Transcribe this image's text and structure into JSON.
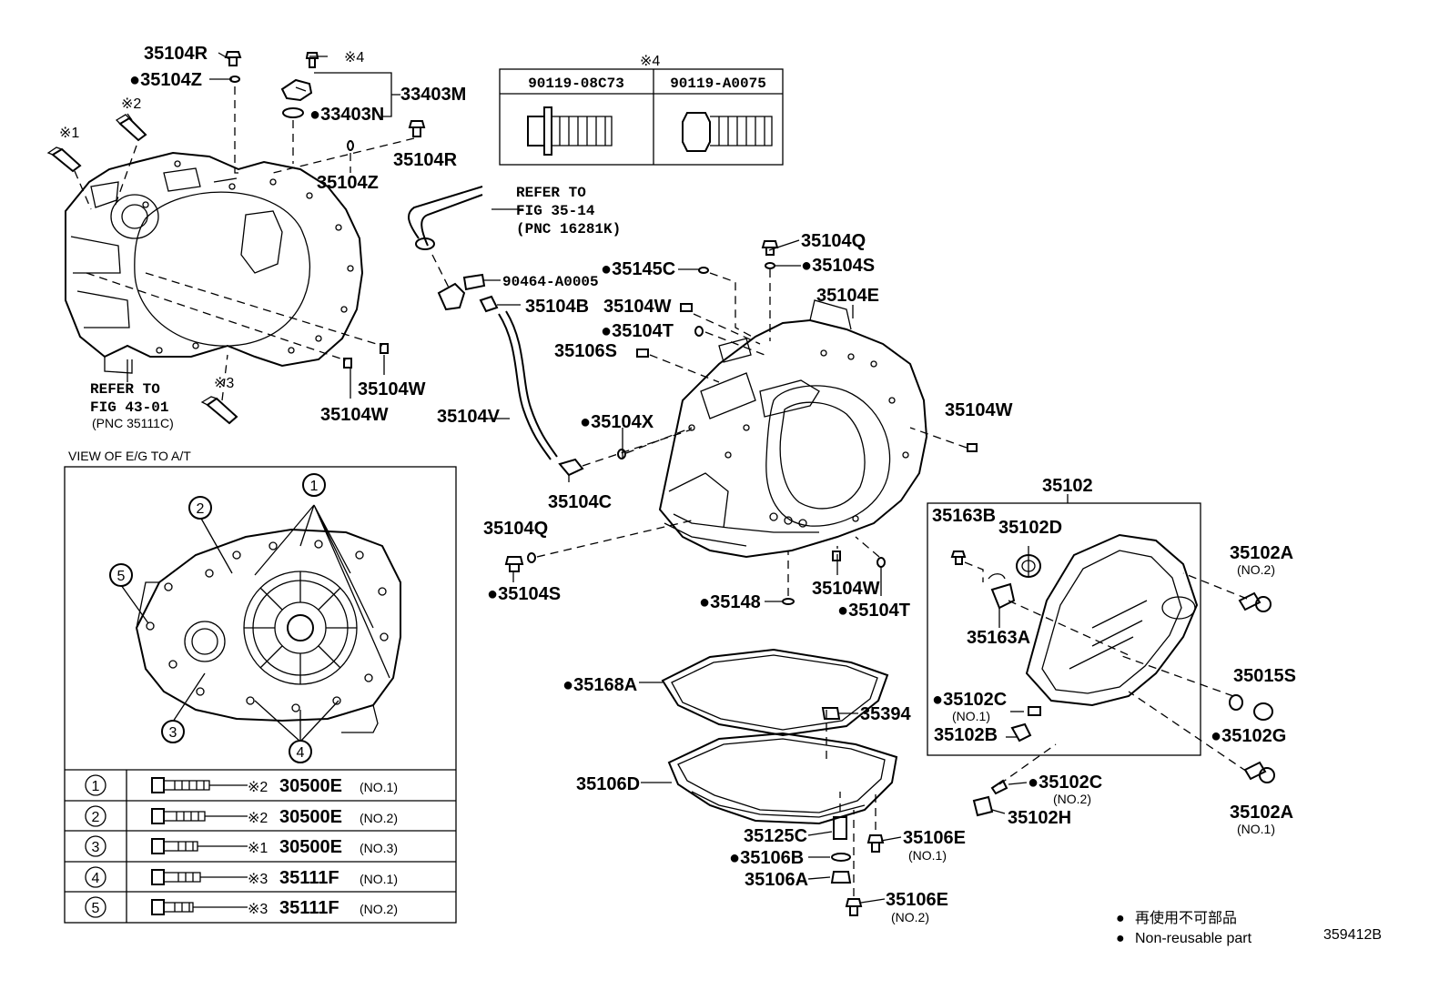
{
  "diagram_code": "359412B",
  "legend": {
    "jp": "再使用不可部品",
    "en": "Non-reusable part",
    "bullet": "●"
  },
  "view_title": "VIEW OF E/G TO A/T",
  "refs": {
    "ref1": [
      "REFER TO",
      "FIG 35-14",
      "(PNC 16281K)"
    ],
    "ref2": [
      "REFER TO",
      "FIG 43-01",
      "(PNC 35111C)"
    ]
  },
  "mark4_table": {
    "mark": "※4",
    "cols": [
      "90119-08C73",
      "90119-A0075"
    ]
  },
  "bolt_table": [
    {
      "num": "1",
      "mark": "※2",
      "part": "30500E",
      "note": "(NO.1)"
    },
    {
      "num": "2",
      "mark": "※2",
      "part": "30500E",
      "note": "(NO.2)"
    },
    {
      "num": "3",
      "mark": "※1",
      "part": "30500E",
      "note": "(NO.3)"
    },
    {
      "num": "4",
      "mark": "※3",
      "part": "35111F",
      "note": "(NO.1)"
    },
    {
      "num": "5",
      "mark": "※3",
      "part": "35111F",
      "note": "(NO.2)"
    }
  ],
  "callouts_in_view": [
    "1",
    "2",
    "3",
    "4",
    "5"
  ],
  "labels": {
    "p35104R_a": "35104R",
    "p35104Z_a": "●35104Z",
    "m4": "※4",
    "m2": "※2",
    "m1": "※1",
    "m3": "※3",
    "p33403M": "33403M",
    "p33403N": "●33403N",
    "p35104R_b": "35104R",
    "p35104Z_b": "35104Z",
    "p90464": "90464-A0005",
    "p35145C": "●35145C",
    "p35104Q_a": "35104Q",
    "p35104S_a": "●35104S",
    "p35104B": "35104B",
    "p35104E": "35104E",
    "p35104W_a": "35104W",
    "p35104T_a": "●35104T",
    "p35106S": "35106S",
    "p35104W_b": "35104W",
    "p35104W_c": "35104W",
    "p35104V": "35104V",
    "p35104X": "●35104X",
    "p35104W_d": "35104W",
    "p35104C": "35104C",
    "p35102": "35102",
    "p35104Q_b": "35104Q",
    "p35104S_b": "●35104S",
    "p35104W_e": "35104W",
    "p35148": "●35148",
    "p35104T_b": "●35104T",
    "p35163B": "35163B",
    "p35102D": "35102D",
    "p35102A_a": "35102A",
    "p35102A_a_no": "(NO.2)",
    "p35163A": "35163A",
    "p35015S": "35015S",
    "p35102C_a": "●35102C",
    "p35102C_a_no": "(NO.1)",
    "p35102G": "●35102G",
    "p35102B": "35102B",
    "p35102C_b": "●35102C",
    "p35102C_b_no": "(NO.2)",
    "p35102H": "35102H",
    "p35102A_b": "35102A",
    "p35102A_b_no": "(NO.1)",
    "p35168A": "●35168A",
    "p35394": "35394",
    "p35106D": "35106D",
    "p35125C": "35125C",
    "p35106E_a": "35106E",
    "p35106E_a_no": "(NO.1)",
    "p35106B": "●35106B",
    "p35106A": "35106A",
    "p35106E_b": "35106E",
    "p35106E_b_no": "(NO.2)"
  }
}
